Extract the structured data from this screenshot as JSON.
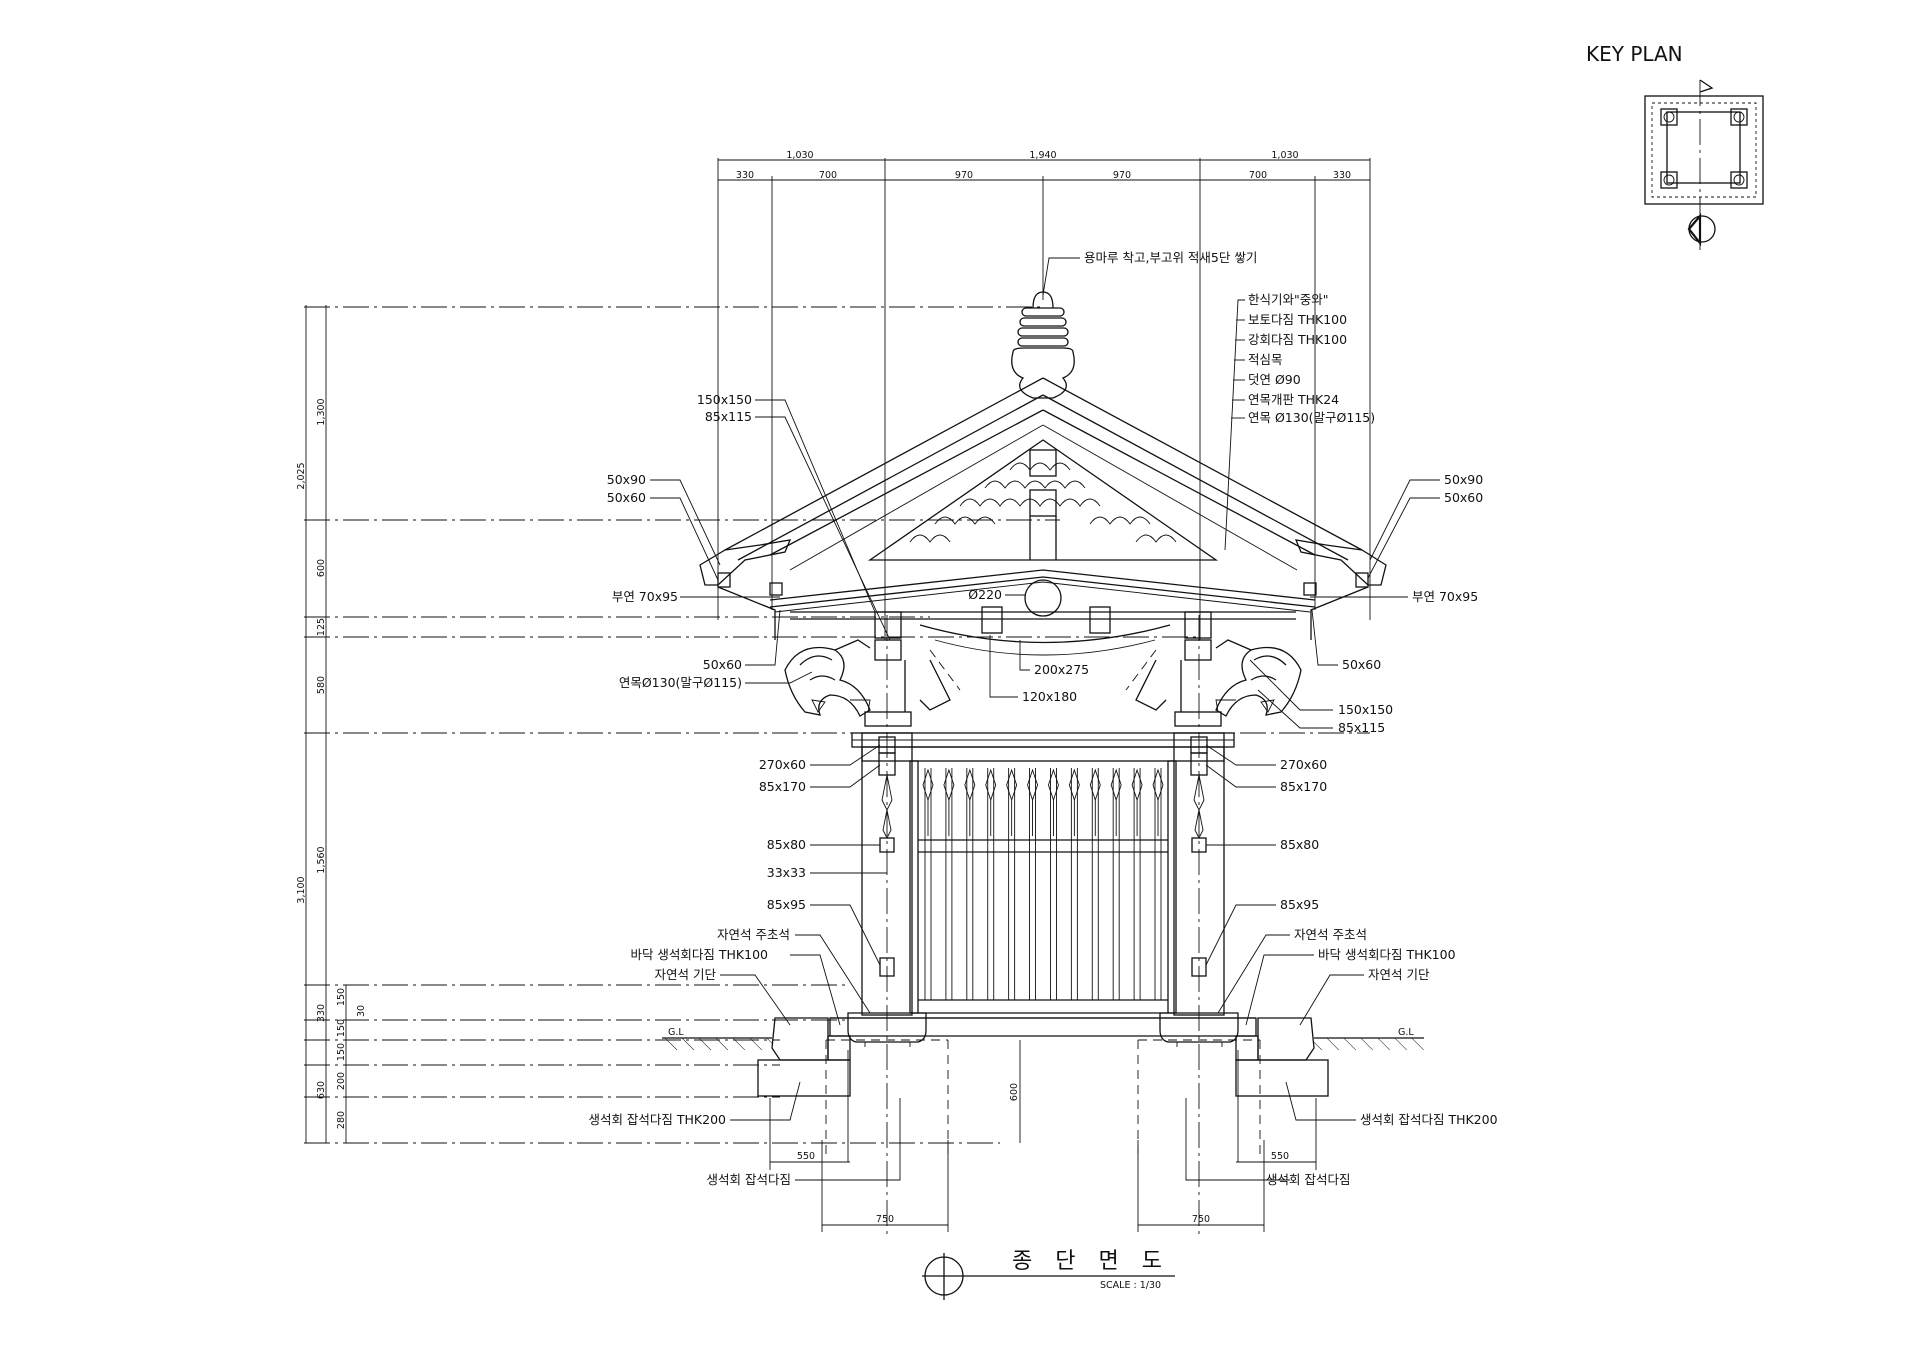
{
  "key_plan": {
    "title": "KEY PLAN"
  },
  "drawing": {
    "title": "종 단 면 도",
    "scale": "SCALE : 1/30"
  },
  "dimensions": {
    "top_overall": [
      "1,030",
      "1,940",
      "1,030"
    ],
    "top_detail": [
      "330",
      "700",
      "970",
      "970",
      "700",
      "330"
    ],
    "left_major": [
      "2,025",
      "3,100"
    ],
    "left_minor": [
      "1,300",
      "600",
      "125",
      "580",
      "1,560",
      "330",
      "630"
    ],
    "left_fine": [
      "150",
      "150",
      "150",
      "200",
      "280"
    ],
    "base_small": "30",
    "footing_left": "550",
    "footing_right": "550",
    "pit_left": "750",
    "pit_right": "750",
    "pit_depth": "600"
  },
  "labels": {
    "ridge": "용마루 착고,부고위 적새5단 쌓기",
    "roof_layers": [
      "한식기와\"중와\"",
      "보토다짐 THK100",
      "강회다짐 THK100",
      "적심목",
      "덧연 Ø90",
      "연목개판 THK24",
      "연목 Ø130(말구Ø115)"
    ],
    "left_a1": "150x150",
    "left_a2": "85x115",
    "left_b1": "50x90",
    "left_b2": "50x60",
    "buyeon_left": "부연 70x95",
    "right_b1": "50x90",
    "right_b2": "50x60",
    "buyeon_right": "부연 70x95",
    "beam_dia": "Ø220",
    "left_c1": "50x60",
    "left_c2": "연목Ø130(말구Ø115)",
    "mid_1": "200x275",
    "mid_2": "120x180",
    "right_c1": "50x60",
    "right_d1": "150x150",
    "right_d2": "85x115",
    "left_e1": "270x60",
    "left_e2": "85x170",
    "right_e1": "270x60",
    "right_e2": "85x170",
    "left_f1": "85x80",
    "left_f2": "33x33",
    "left_f3": "85x95",
    "right_f1": "85x80",
    "right_f3": "85x95",
    "left_base1": "자연석 주초석",
    "left_base2": "바닥 생석회다짐 THK100",
    "left_base3": "자연석 기단",
    "right_base1": "자연석 주초석",
    "right_base2": "바닥 생석회다짐 THK100",
    "right_base3": "자연석 기단",
    "gl_left": "G.L",
    "gl_right": "G.L",
    "left_g1": "생석회 잡석다짐 THK200",
    "left_g2": "생석회 잡석다짐",
    "right_g1": "생석회 잡석다짐 THK200",
    "right_g2": "생석회 잡석다짐"
  }
}
